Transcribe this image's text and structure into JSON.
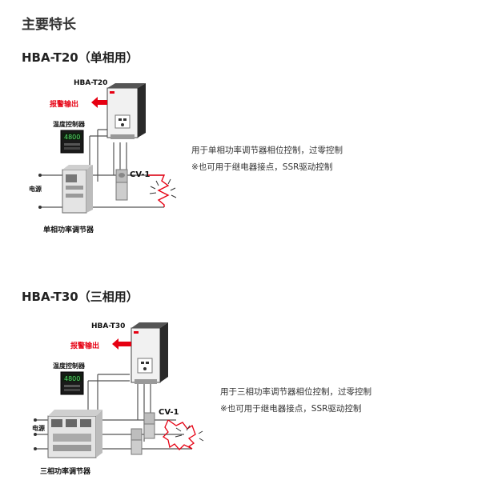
{
  "page": {
    "heading": "主要特长"
  },
  "sections": [
    {
      "title": "HBA-T20（单相用）",
      "device_label": "HBA-T20",
      "alarm_label": "报警输出",
      "controller_label": "温度控制器",
      "controller_display": "4800",
      "power_label": "电源",
      "ct_label": "CV-1",
      "regulator_label": "单相功率调节器",
      "desc_lines": [
        "用于单相功率调节器相位控制，过零控制",
        "※也可用于继电器接点，SSR驱动控制"
      ]
    },
    {
      "title": "HBA-T30（三相用）",
      "device_label": "HBA-T30",
      "alarm_label": "报警输出",
      "controller_label": "温度控制器",
      "controller_display": "4800",
      "power_label": "电源",
      "ct_label": "CV-1",
      "regulator_label": "三相功率调节器",
      "desc_lines": [
        "用于三相功率调节器相位控制，过零控制",
        "※也可用于继电器接点，SSR驱动控制"
      ]
    }
  ],
  "colors": {
    "alarm": "#e60012",
    "heater": "#e60012",
    "display": "#55e06a",
    "wire": "#555555"
  }
}
